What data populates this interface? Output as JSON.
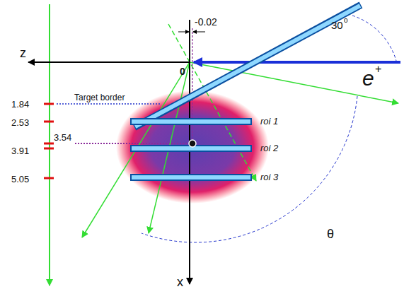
{
  "diagram": {
    "labels": [
      "-0.02",
      "30",
      "o",
      "z",
      "0",
      "e",
      "+",
      "Target border",
      "1.84",
      "2.53",
      "3.54",
      "3.91",
      "5.05",
      "roi 1",
      "roi 2",
      "roi 3",
      "θ",
      "x"
    ]
  }
}
